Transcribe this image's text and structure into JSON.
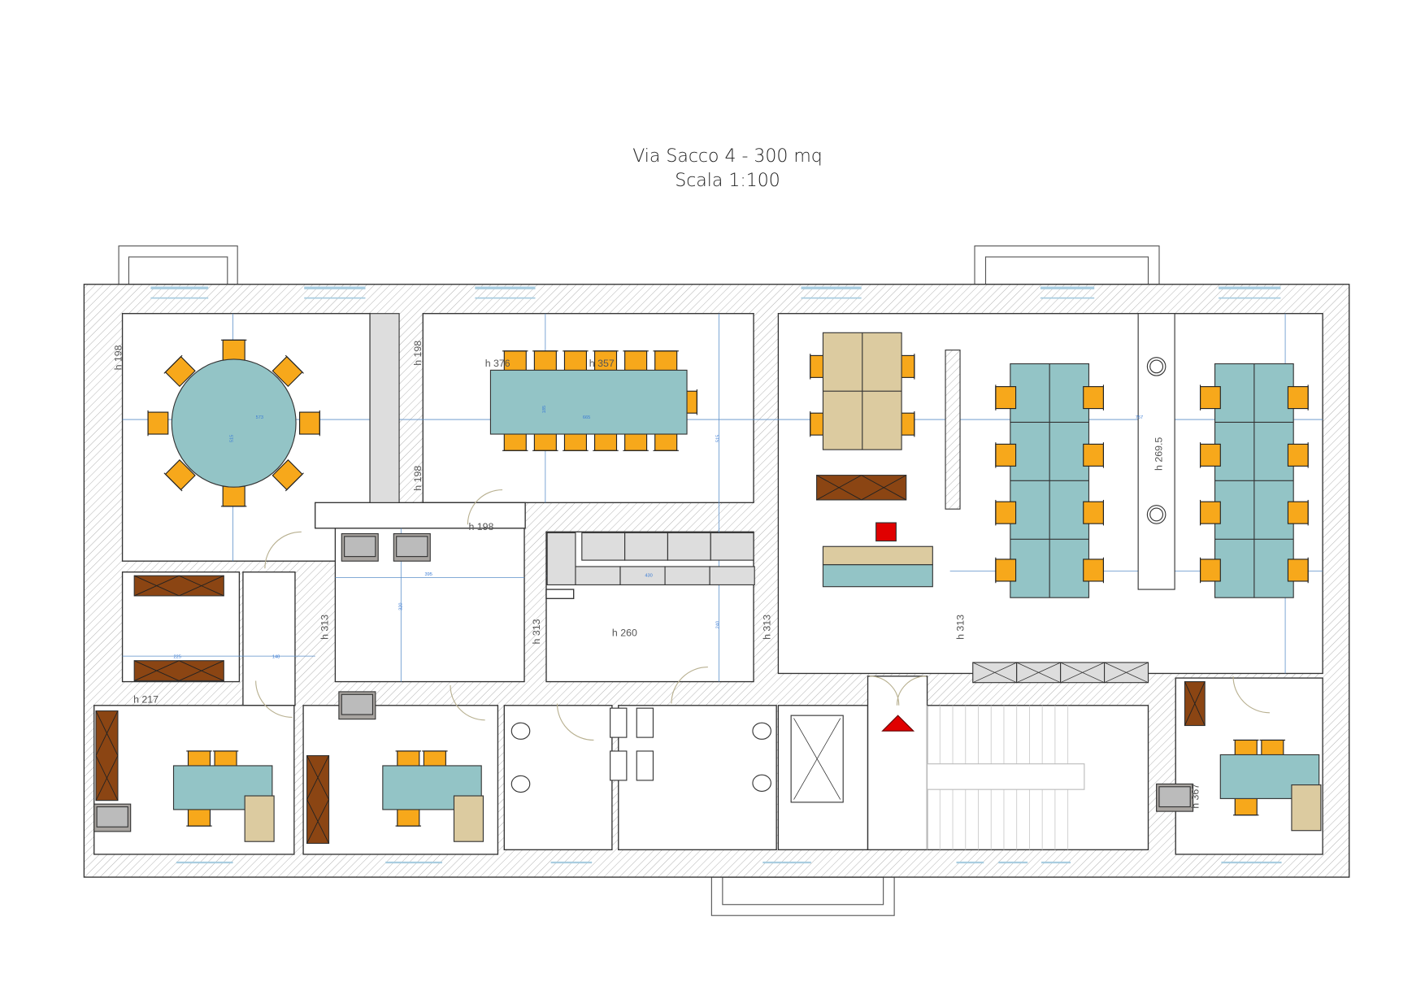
{
  "title": {
    "line1": "Via Sacco 4 - 300 mq",
    "line2": "Scala 1:100"
  },
  "height_labels": {
    "h198_a": "h 198",
    "h198_b": "h 198",
    "h198_c": "h 198",
    "h198_door": "h 198",
    "h376": "h 376",
    "h357": "h 357",
    "h313_a": "h 313",
    "h313_b": "h 313",
    "h313_c": "h 313",
    "h313_d": "h 313",
    "h260": "h 260",
    "h217": "h 217",
    "h269": "h 269.5",
    "h367": "h 367"
  },
  "dimensions": {
    "d573": "573",
    "d515a": "515",
    "d185": "185",
    "d665": "665",
    "d515b": "515",
    "d395": "395",
    "d320": "320",
    "d430": "430",
    "d240": "240",
    "d148": "148",
    "d225": "225",
    "d757": "757"
  },
  "colors": {
    "chair": "#f7a81b",
    "table_teal": "#93c4c6",
    "table_beige": "#dccba0",
    "cabinet_brown": "#8b4513",
    "armchair_gray": "#a8a4a0",
    "wall_hatch": "#9a9a9a",
    "window": "#a9cde0",
    "fire_extinguisher": "#e00000",
    "dimension_line": "#5b8fc9"
  },
  "icons": [
    "round-table-icon",
    "chair-icon",
    "armchair-icon",
    "cabinet-icon",
    "toilet-icon",
    "sink-icon",
    "elevator-icon",
    "stairs-icon",
    "fire-alarm-triangle-icon",
    "fire-extinguisher-icon",
    "column-icon",
    "door-swing-icon"
  ]
}
